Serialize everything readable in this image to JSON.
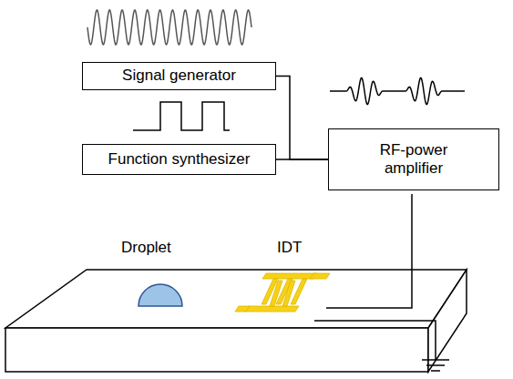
{
  "diagram": {
    "nodes": [
      {
        "text": [
          "Signal generator"
        ]
      },
      {
        "text": [
          "Function synthesizer"
        ]
      },
      {
        "text": [
          "RF-power amplifier"
        ]
      }
    ],
    "edges": [
      {
        "from": 0,
        "to": 2,
        "arrow": "none"
      },
      {
        "from": 1,
        "to": 2,
        "arrow": "none"
      }
    ],
    "labels": [
      "Droplet",
      "IDT"
    ]
  }
}
